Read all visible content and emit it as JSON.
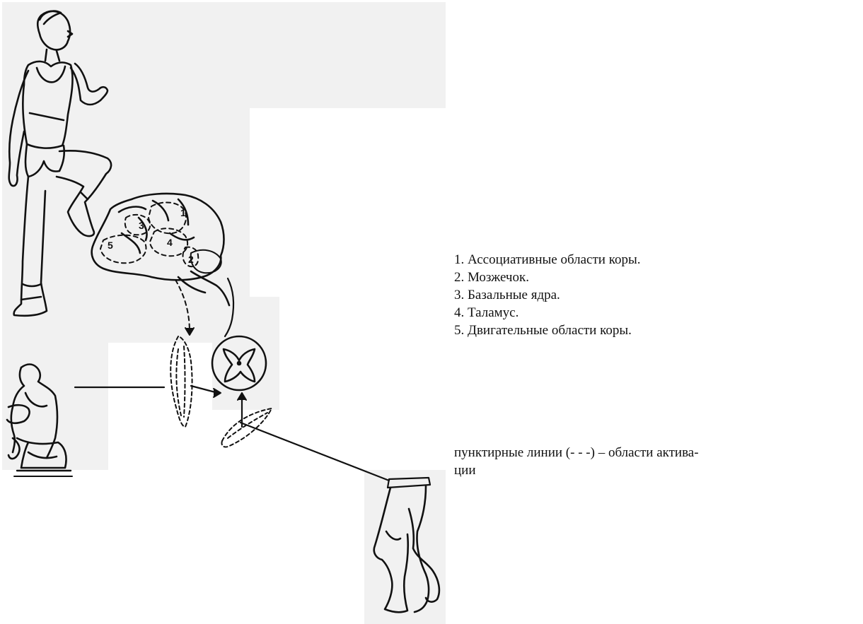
{
  "diagram": {
    "brain_labels": [
      "1",
      "2",
      "3",
      "4",
      "5"
    ]
  },
  "legend": {
    "items": [
      "1. Ассоциативные области коры.",
      "2. Мозжечок.",
      "3. Базальные ядра.",
      "4. Таламус.",
      "5. Двигательные области коры."
    ]
  },
  "note": {
    "line1": "пунктирные линии (- - -) – области актива-",
    "line2": "ции"
  },
  "colors": {
    "paper_scan": "#f1f1f1",
    "ink": "#111111",
    "text": "#111111",
    "background": "#ffffff"
  }
}
